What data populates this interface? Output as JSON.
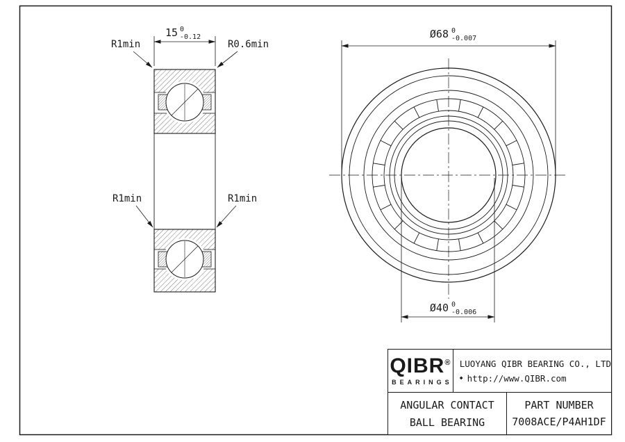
{
  "section_view": {
    "width": {
      "value": "15",
      "tol_upper": "0",
      "tol_lower": "-0.12"
    },
    "labels": {
      "top_left": "R1min",
      "top_right": "R0.6min",
      "mid_left": "R1min",
      "mid_right": "R1min"
    }
  },
  "front_view": {
    "outer_dia": {
      "value": "Ø68",
      "tol_upper": "0",
      "tol_lower": "-0.007"
    },
    "bore_dia": {
      "value": "Ø40",
      "tol_upper": "0",
      "tol_lower": "-0.006"
    }
  },
  "title_block": {
    "logo_text": "QIBR",
    "logo_reg": "®",
    "logo_sub": "BEARINGS",
    "company_name": "LUOYANG QIBR BEARING CO., LTD",
    "website_bullet": "◆",
    "website": "http://www.QIBR.com",
    "product_type_line1": "ANGULAR CONTACT",
    "product_type_line2": "BALL BEARING",
    "part_number_label": "PART NUMBER",
    "part_number": "7008ACE/P4AH1DF"
  },
  "colors": {
    "line": "#1a1a1a",
    "background": "#ffffff"
  }
}
